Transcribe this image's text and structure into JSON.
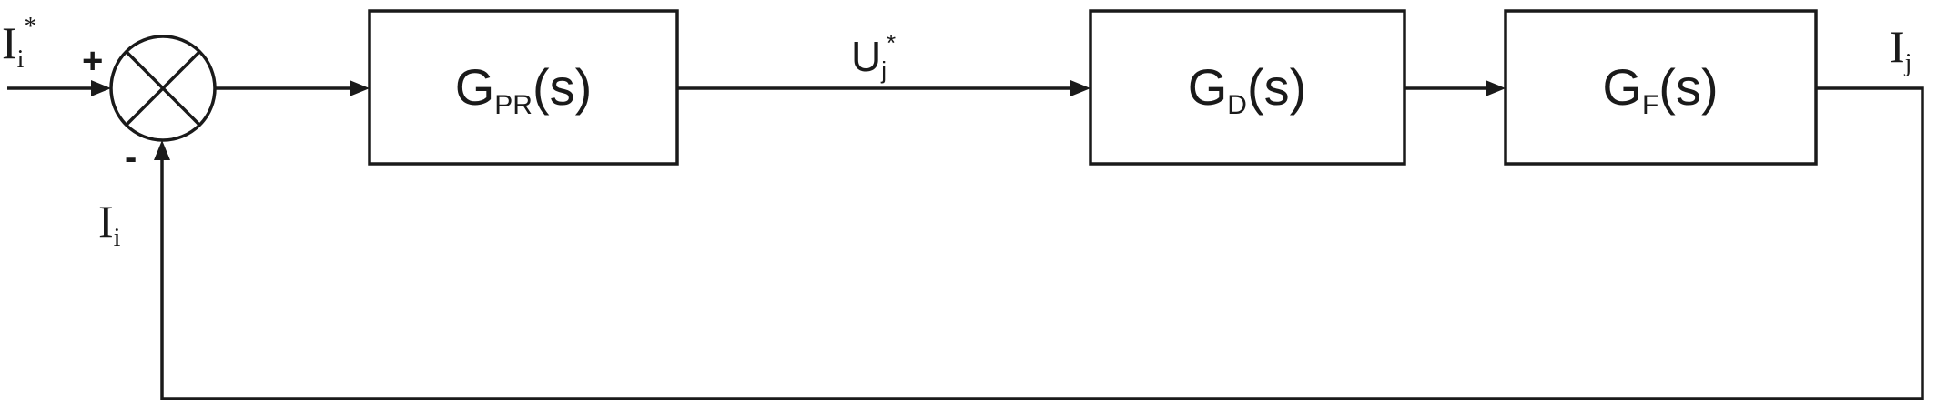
{
  "blocks": {
    "pr": {
      "base": "G",
      "sub": "PR",
      "suffix": "(s)"
    },
    "d": {
      "base": "G",
      "sub": "D",
      "suffix": "(s)"
    },
    "f": {
      "base": "G",
      "sub": "F",
      "suffix": "(s)"
    }
  },
  "signals": {
    "input": {
      "base": "I",
      "sub": "i",
      "sup": "*"
    },
    "voltage": {
      "base": "U",
      "sub": "j",
      "sup": "*"
    },
    "output": {
      "base": "I",
      "sub": "j"
    },
    "feedback": {
      "base": "I",
      "sub": "i"
    }
  },
  "summing_junction": {
    "plus": "+",
    "minus": "-"
  }
}
